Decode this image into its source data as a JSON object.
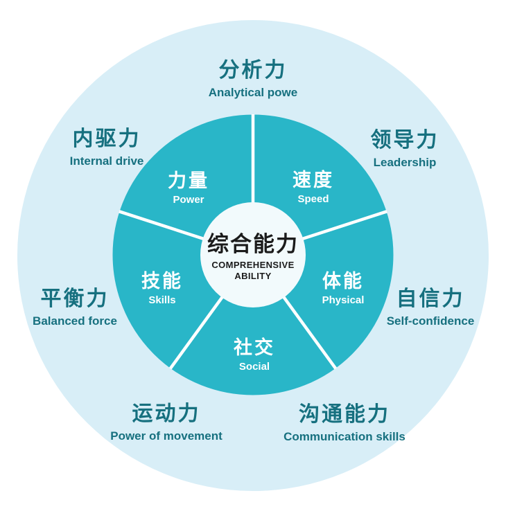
{
  "colors": {
    "background": "#ffffff",
    "outer_circle": "#d8eef7",
    "wheel_teal": "#29b6c8",
    "divider_white": "#ffffff",
    "center_circle": "#f2fafc",
    "outer_label_text": "#16707f",
    "segment_label_text": "#ffffff",
    "center_text": "#1b1b1b"
  },
  "center": {
    "title": "综合能力",
    "subtitle_line1": "COMPREHENSIVE",
    "subtitle_line2": "ABILITY"
  },
  "segments": [
    {
      "zh": "力量",
      "en": "Power"
    },
    {
      "zh": "速度",
      "en": "Speed"
    },
    {
      "zh": "技能",
      "en": "Skills"
    },
    {
      "zh": "体能",
      "en": "Physical"
    },
    {
      "zh": "社交",
      "en": "Social"
    }
  ],
  "outer_labels": [
    {
      "zh": "分析力",
      "en": "Analytical powe"
    },
    {
      "zh": "内驱力",
      "en": "Internal drive"
    },
    {
      "zh": "领导力",
      "en": "Leadership"
    },
    {
      "zh": "平衡力",
      "en": "Balanced force"
    },
    {
      "zh": "自信力",
      "en": "Self-confidence"
    },
    {
      "zh": "运动力",
      "en": "Power of movement"
    },
    {
      "zh": "沟通能力",
      "en": "Communication skills"
    }
  ]
}
